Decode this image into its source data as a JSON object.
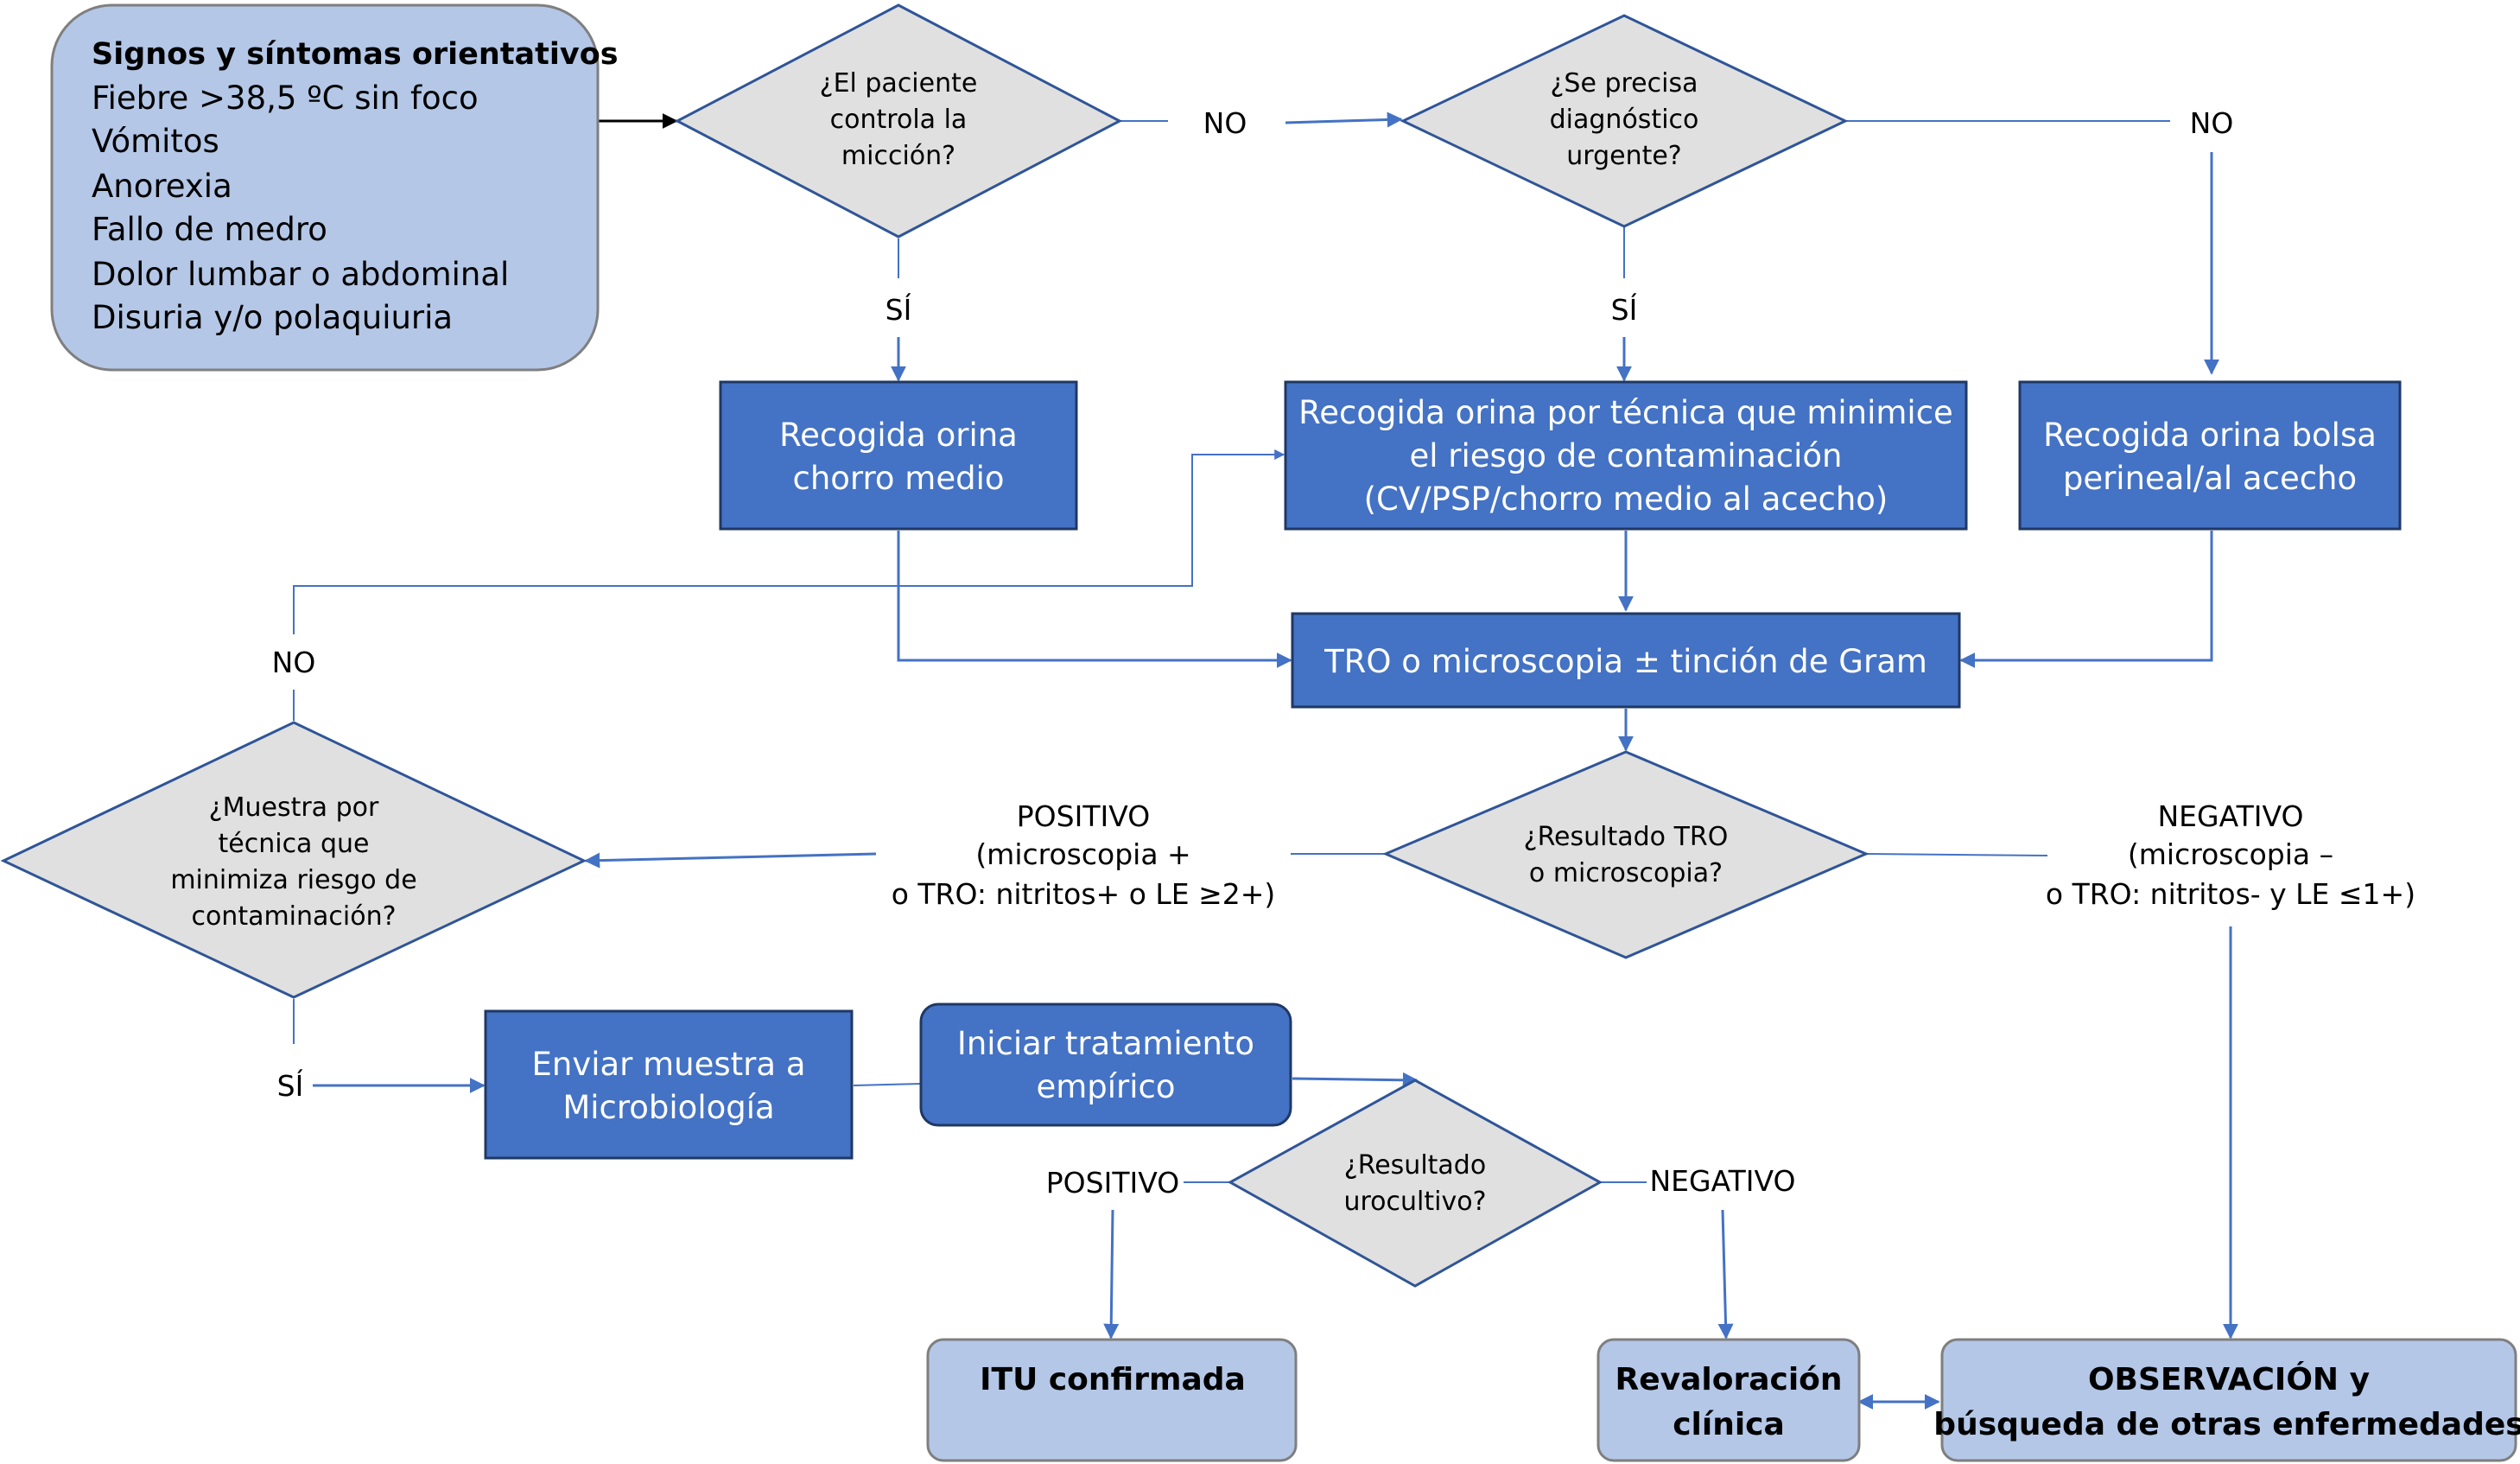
{
  "colors": {
    "dark_box": "#4472C4",
    "dark_box_border": "#1F3864",
    "light_box": "#B4C7E7",
    "light_box_border": "#8C8C8C",
    "diamond_fill": "#E0E0E0",
    "diamond_border": "#2F5597",
    "line": "#4472C4",
    "arrow_black": "#000000"
  },
  "start_box": {
    "title": "Signos y síntomas orientativos",
    "items": [
      "Fiebre >38,5 ºC sin foco",
      "Vómitos",
      "Anorexia",
      "Fallo de medro",
      "Dolor lumbar o abdominal",
      "Disuria y/o polaquiuria"
    ]
  },
  "decision_control": {
    "lines": [
      "¿El paciente",
      "controla la",
      "micción?"
    ]
  },
  "decision_urgent": {
    "lines": [
      "¿Se precisa",
      "diagnóstico",
      "urgente?"
    ]
  },
  "decision_technique": {
    "lines": [
      "¿Muestra por",
      "técnica que",
      "minimiza riesgo de",
      "contaminación?"
    ]
  },
  "decision_tro": {
    "lines": [
      "¿Resultado TRO",
      "o microscopia?"
    ]
  },
  "decision_culture": {
    "lines": [
      "¿Resultado",
      "urocultivo?"
    ]
  },
  "box_midstream": {
    "lines": [
      "Recogida orina",
      "chorro medio"
    ]
  },
  "box_min_contam": {
    "lines": [
      "Recogida orina por técnica que minimice",
      "el riesgo de contaminación",
      "(CV/PSP/chorro medio al acecho)"
    ]
  },
  "box_bag": {
    "lines": [
      "Recogida orina bolsa",
      "perineal/al acecho"
    ]
  },
  "box_tro": {
    "text": "TRO o microscopia ± tinción de Gram"
  },
  "box_send_micro": {
    "lines": [
      "Enviar muestra a",
      "Microbiología"
    ]
  },
  "box_empiric": {
    "lines": [
      "Iniciar tratamiento",
      "empírico"
    ]
  },
  "box_itu": {
    "text": "ITU confirmada"
  },
  "box_reval": {
    "lines": [
      "Revaloración",
      "clínica"
    ]
  },
  "box_obs": {
    "lines": [
      "OBSERVACIÓN y",
      "búsqueda de otras enfermedades"
    ]
  },
  "labels": {
    "no_control": "NO",
    "si_control": "SÍ",
    "no_urgent": "NO",
    "si_urgent": "SÍ",
    "no_technique": "NO",
    "si_technique": "SÍ",
    "positivo_tro": [
      "POSITIVO",
      "(microscopia +",
      "o TRO: nitritos+ o LE ≥2+)"
    ],
    "negativo_tro": [
      "NEGATIVO",
      "(microscopia –",
      "o TRO: nitritos- y LE ≤1+)"
    ],
    "positivo_culture": "POSITIVO",
    "negativo_culture": "NEGATIVO"
  }
}
